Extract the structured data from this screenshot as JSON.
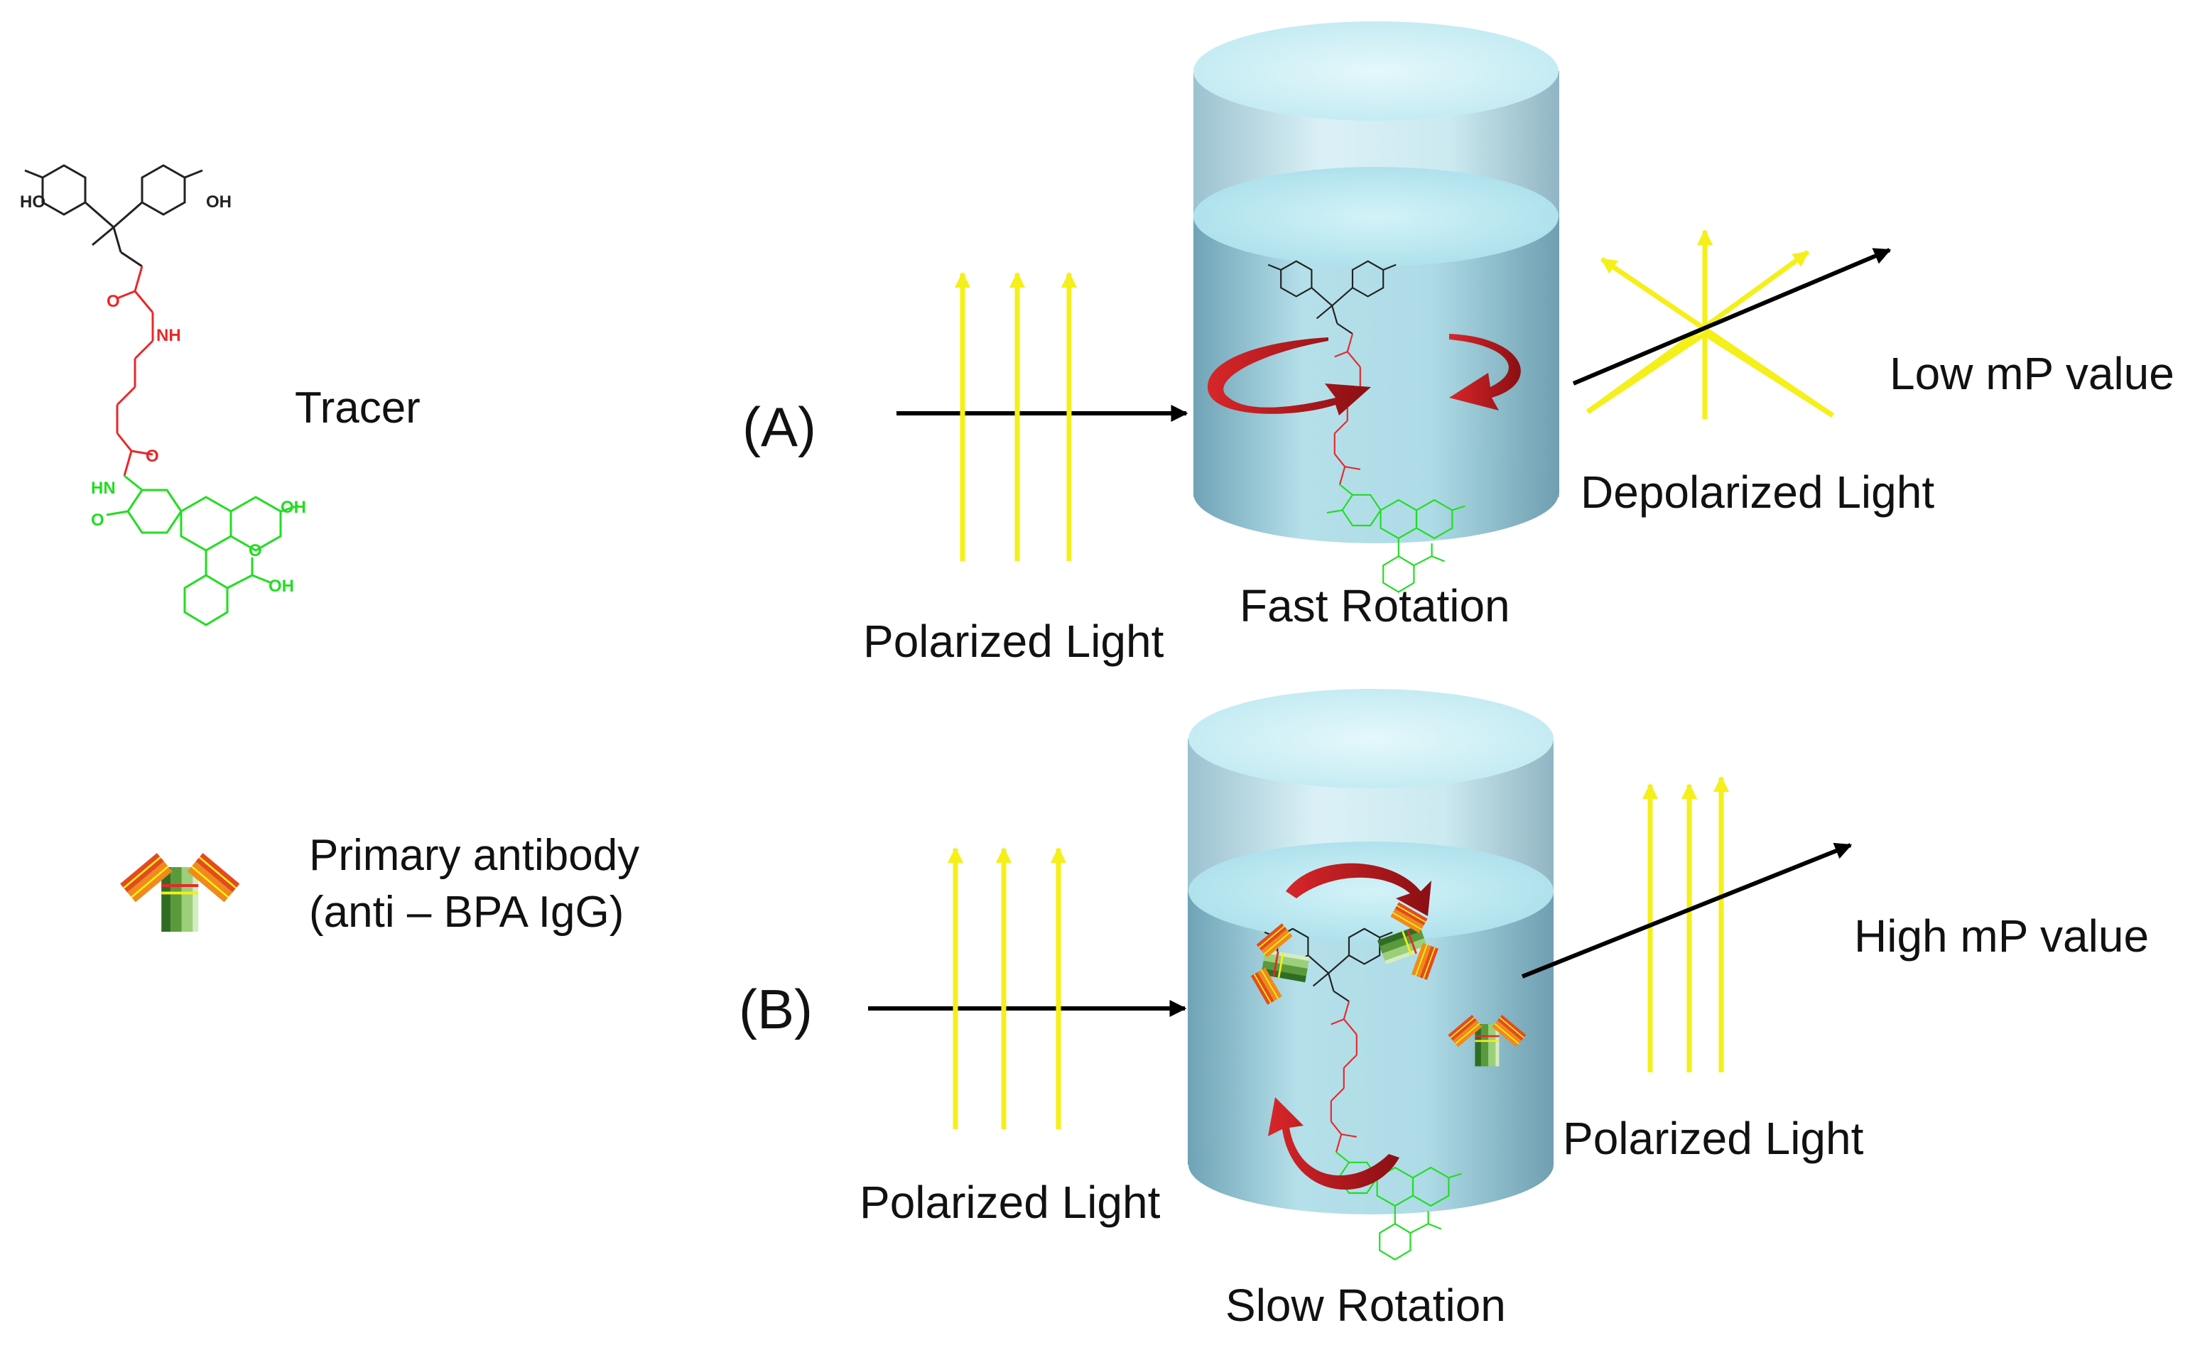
{
  "legend": {
    "tracer_label": "Tracer",
    "antibody_label_line1": "Primary antibody",
    "antibody_label_line2": "(anti – BPA IgG)"
  },
  "chem_atoms": {
    "ho": "HO",
    "oh": "OH",
    "o": "O",
    "nh": "NH",
    "hn": "HN"
  },
  "panel_a": {
    "tag": "(A)",
    "incoming_light": "Polarized Light",
    "rotation": "Fast Rotation",
    "outgoing_light": "Depolarized Light",
    "result": "Low mP value"
  },
  "panel_b": {
    "tag": "(B)",
    "incoming_light": "Polarized Light",
    "rotation": "Slow Rotation",
    "outgoing_light": "Polarized Light",
    "result": "High mP value"
  },
  "colors": {
    "hydroxyl_part": "#222222",
    "linker": "#e8282a",
    "fluorescein": "#22dd22",
    "light_ray": "#f5ef1a",
    "rotation_arrow": "#b3161b",
    "liquid": "#a9dbe8",
    "container": "#cfeef5",
    "beam": "#000000",
    "antibody_orange": "#f08a1c",
    "antibody_green": "#5a9a3c"
  }
}
